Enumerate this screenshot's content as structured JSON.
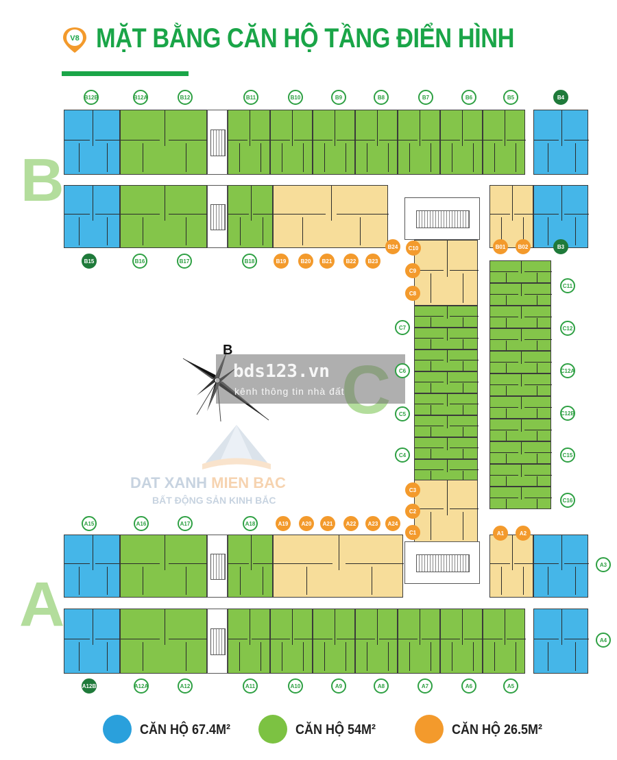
{
  "header": {
    "badge": "V8",
    "title": "MẶT BẰNG CĂN HỘ TẦNG ĐIỂN HÌNH"
  },
  "blocks": {
    "a": "A",
    "b": "B",
    "c": "C"
  },
  "compass": {
    "north_label": "B"
  },
  "unit_labels": {
    "b_top": [
      "B12B",
      "B12A",
      "B12",
      "B11",
      "B10",
      "B9",
      "B8",
      "B7",
      "B6",
      "B5",
      "B4"
    ],
    "b_bottom": [
      "B15",
      "B16",
      "B17",
      "B18",
      "B19",
      "B20",
      "B21",
      "B22",
      "B23"
    ],
    "b_misc": [
      "B24",
      "B01",
      "B02",
      "B3"
    ],
    "c_left": [
      "C10",
      "C9",
      "C8",
      "C7",
      "C6",
      "C5",
      "C4",
      "C3",
      "C2",
      "C1"
    ],
    "c_right": [
      "C11",
      "C12",
      "C12A",
      "C12B",
      "C15",
      "C16"
    ],
    "a_top": [
      "A15",
      "A16",
      "A17",
      "A18",
      "A19",
      "A20",
      "A21",
      "A22",
      "A23",
      "A24",
      "A1",
      "A2"
    ],
    "a_right": [
      "A3",
      "A4"
    ],
    "a_bottom": [
      "A12B",
      "A12A",
      "A12",
      "A11",
      "A10",
      "A9",
      "A8",
      "A7",
      "A6",
      "A5"
    ]
  },
  "legend": [
    {
      "label": "CĂN HỘ 67.4M²",
      "color": "#2aa0dc"
    },
    {
      "label": "CĂN HỘ 54M²",
      "color": "#7cc242"
    },
    {
      "label": "CĂN HỘ 26.5M²",
      "color": "#f39a2c"
    }
  ],
  "watermark": {
    "brand_a": "DAT XANH ",
    "brand_b": "MIEN BAC",
    "brand_sub": "BẤT ĐỘNG SẢN KINH BẮC",
    "site": "bds123.vn",
    "site_sub": "kênh thông tin nhà đất"
  },
  "colors": {
    "unit_blue": "#45b6e8",
    "unit_green": "#84c54a",
    "unit_yellow": "#f7dd9a",
    "title_green": "#1aa548"
  }
}
